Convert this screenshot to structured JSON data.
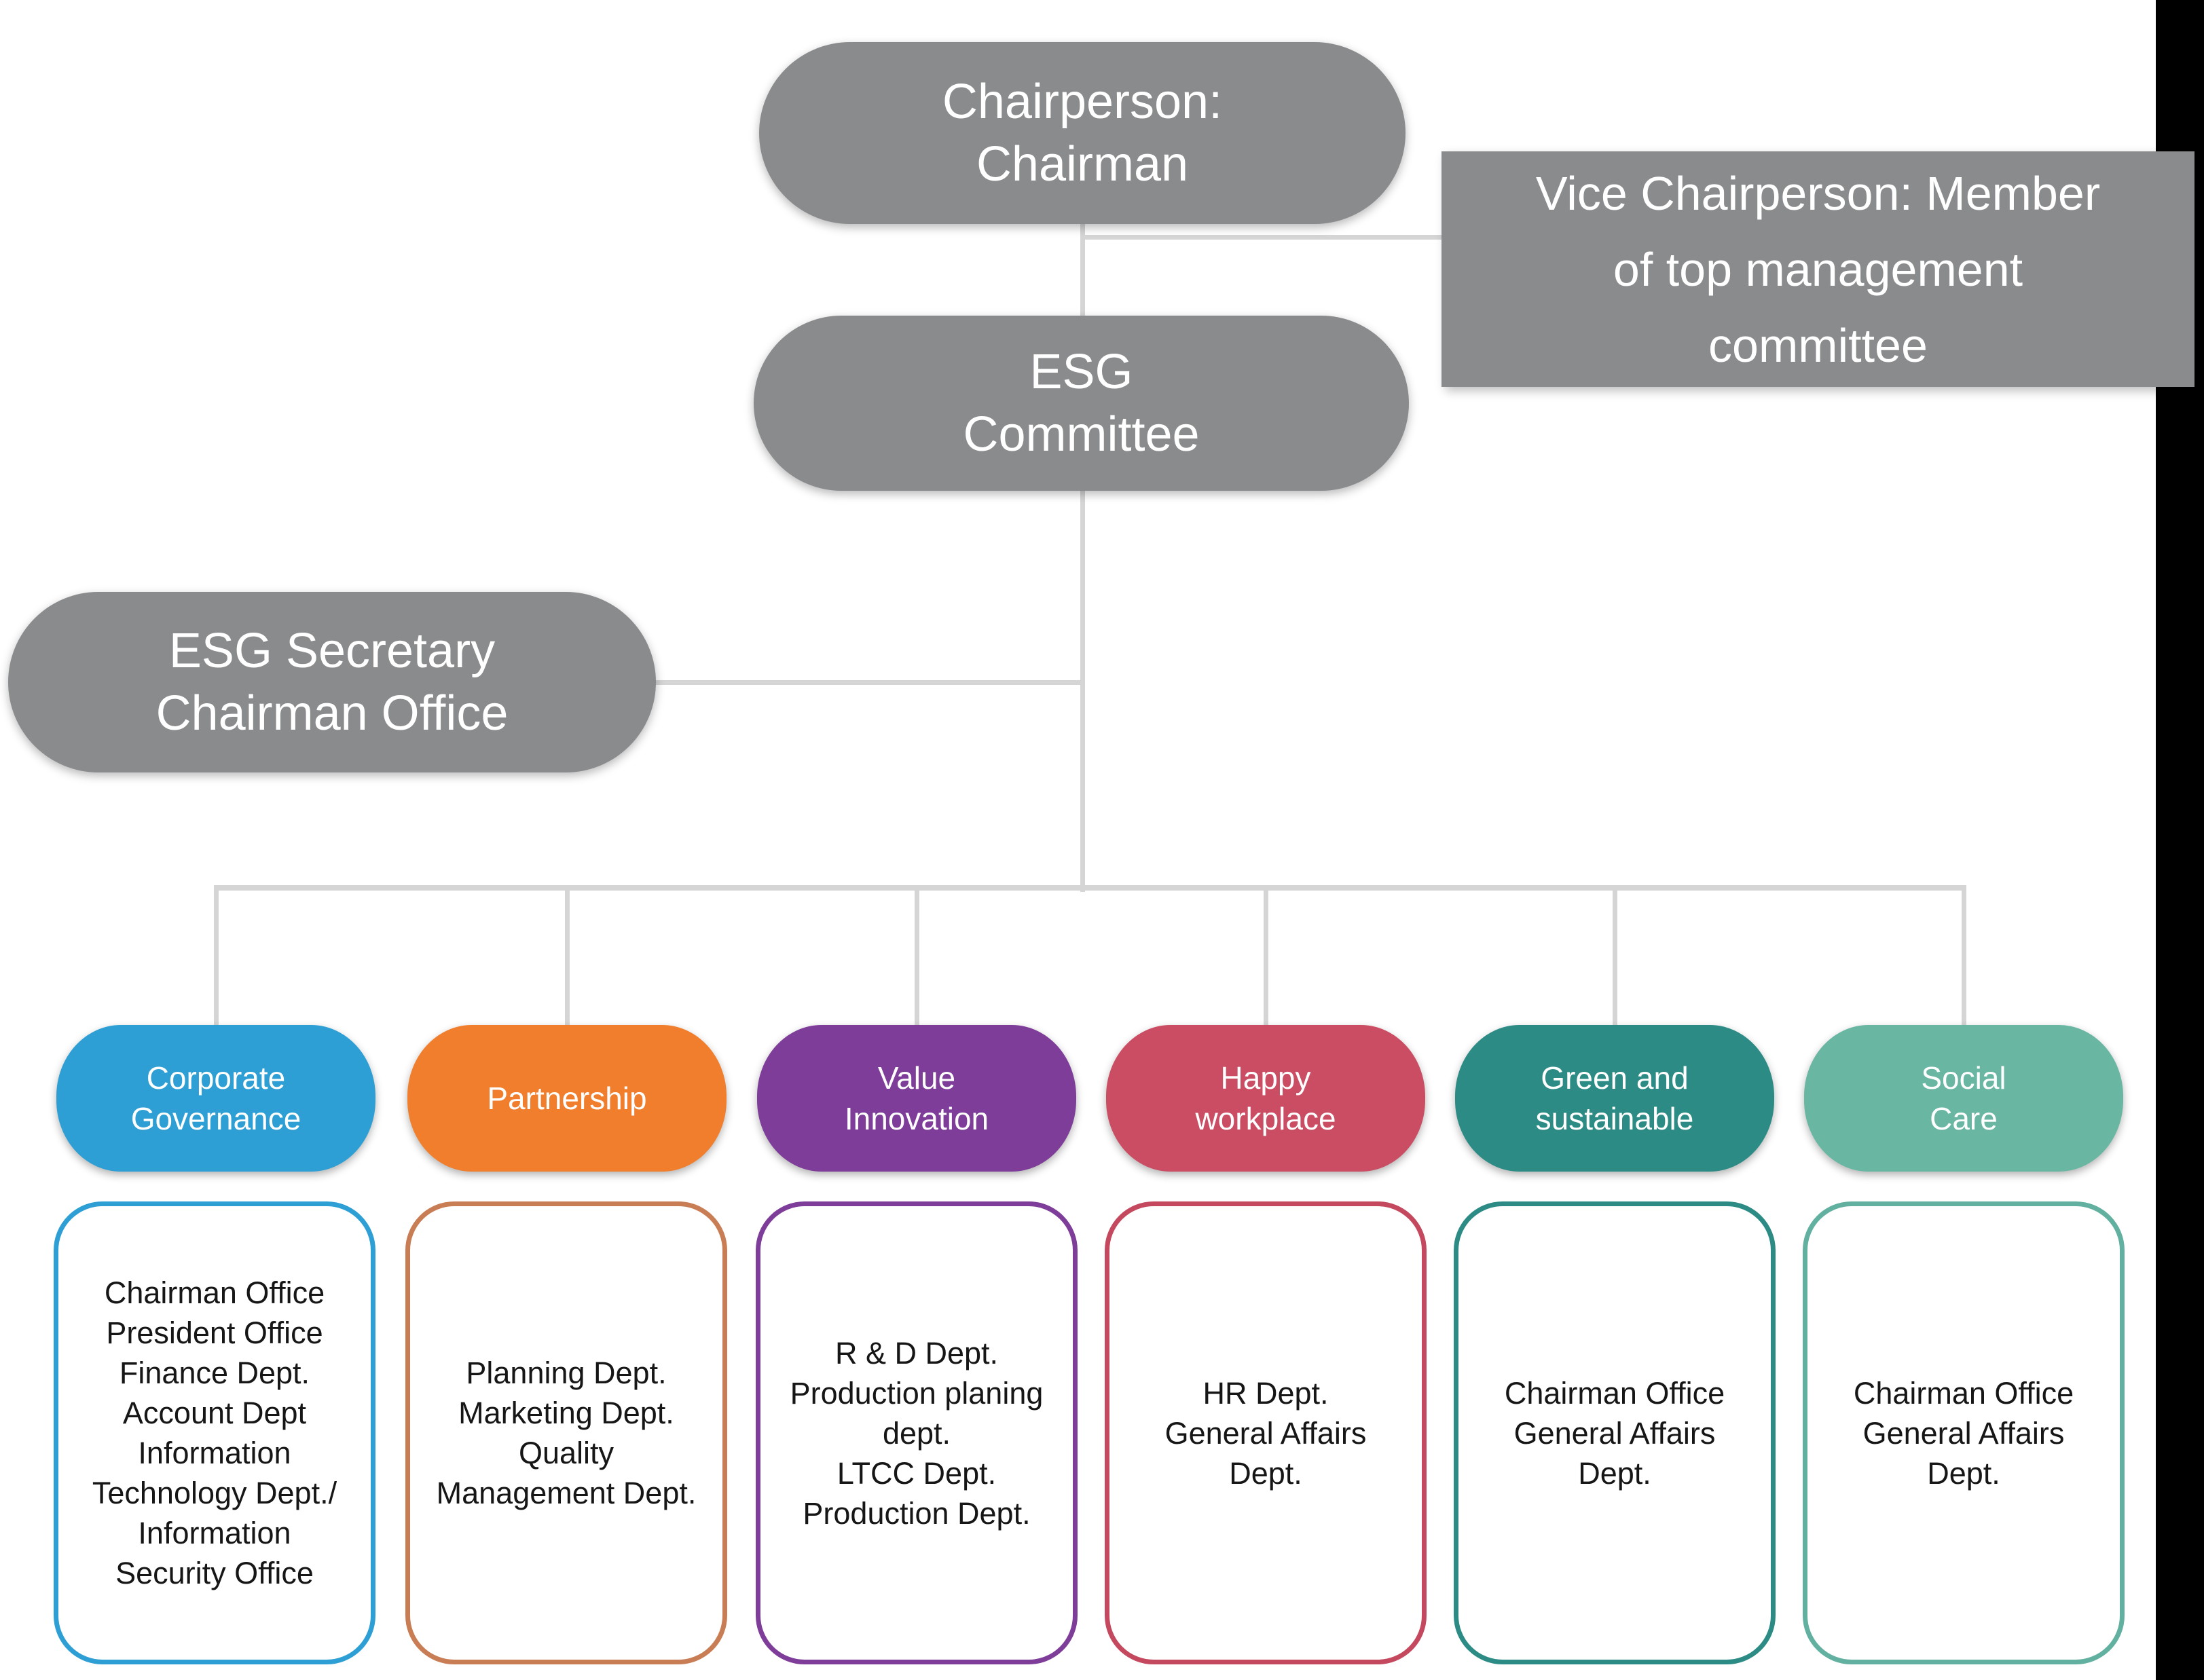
{
  "org": {
    "chairperson": {
      "lines": [
        "Chairperson:",
        "Chairman"
      ]
    },
    "vice_chairperson": {
      "lines": [
        "Vice Chairperson: Member",
        "of top management",
        "committee"
      ]
    },
    "committee": {
      "lines": [
        "ESG",
        "Committee"
      ]
    },
    "secretary": {
      "lines": [
        "ESG Secretary",
        "Chairman Office"
      ]
    },
    "pillars": [
      {
        "id": "corporate-governance",
        "title_lines": [
          "Corporate",
          "Governance"
        ],
        "pill_color": "#2e9fd4",
        "border_color": "#2e9fd4",
        "departments": [
          "Chairman Office",
          "President Office",
          "Finance Dept.",
          "Account Dept",
          "Information",
          "Technology Dept./",
          "Information",
          "Security Office"
        ]
      },
      {
        "id": "partnership",
        "title_lines": [
          "Partnership"
        ],
        "pill_color": "#f07e2c",
        "border_color": "#c97d54",
        "departments": [
          "Planning Dept.",
          "Marketing Dept.",
          "Quality",
          "Management Dept."
        ]
      },
      {
        "id": "value-innovation",
        "title_lines": [
          "Value",
          "Innovation"
        ],
        "pill_color": "#7e3d99",
        "border_color": "#7e3d99",
        "departments": [
          "R & D Dept.",
          "Production planing",
          "dept.",
          "LTCC Dept.",
          "Production Dept."
        ]
      },
      {
        "id": "happy-workplace",
        "title_lines": [
          "Happy",
          "workplace"
        ],
        "pill_color": "#cb4d63",
        "border_color": "#c4485e",
        "departments": [
          "HR Dept.",
          "General Affairs",
          "Dept."
        ]
      },
      {
        "id": "green-sustainable",
        "title_lines": [
          "Green and",
          "sustainable"
        ],
        "pill_color": "#2c8c85",
        "border_color": "#2c8c85",
        "departments": [
          "Chairman Office",
          "General Affairs",
          "Dept."
        ]
      },
      {
        "id": "social-care",
        "title_lines": [
          "Social",
          "Care"
        ],
        "pill_color": "#69b6a3",
        "border_color": "#62b1a0",
        "departments": [
          "Chairman Office",
          "General Affairs",
          "Dept."
        ]
      }
    ],
    "colors": {
      "node_gray": "#8a8b8d",
      "connector": "#d5d5d5",
      "edge_strip": "#000000",
      "node_text": "#ffffff",
      "dept_text": "#161616"
    }
  }
}
